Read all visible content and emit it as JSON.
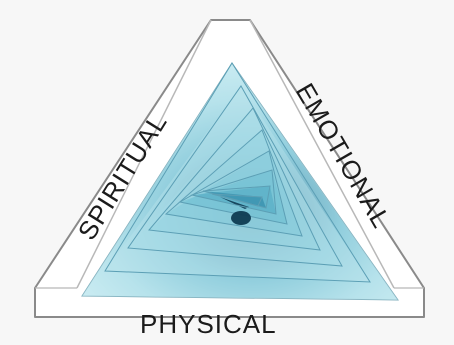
{
  "diagram": {
    "labels": {
      "left": "SPIRITUAL",
      "right": "EMOTIONAL",
      "bottom": "PHYSICAL"
    },
    "colors": {
      "background": "#f7f7f7",
      "outer_frame": "#ffffff",
      "frame_stroke": "#8a8a8a",
      "triangle_light": "#bfe6ee",
      "triangle_mid": "#7fc8d9",
      "triangle_dark": "#0f3b52",
      "spiral_stroke": "#5c9fb5",
      "text": "#1b1b1b"
    }
  }
}
